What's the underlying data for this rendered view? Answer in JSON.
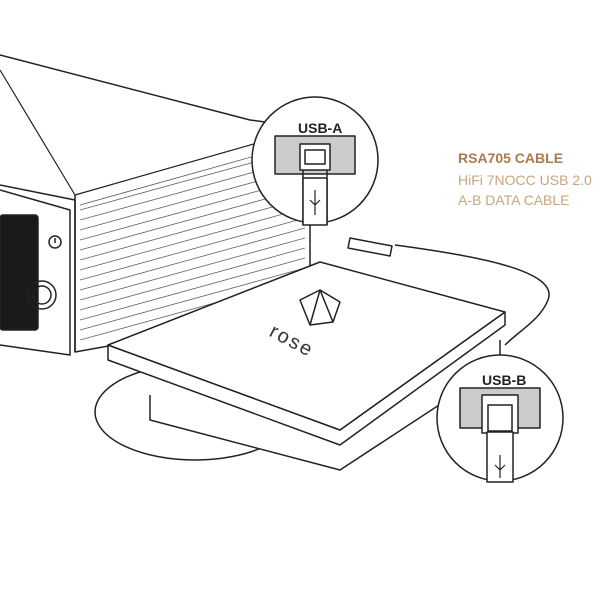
{
  "cable_info": {
    "title": "RSA705 CABLE",
    "line1": "HiFi 7NOCC USB 2.0",
    "line2": "A-B DATA CABLE",
    "title_color": "#a97b4c",
    "text_color": "#c9a57c"
  },
  "callouts": {
    "usb_a_label": "USB-A",
    "usb_b_label": "USB-B"
  },
  "device_logo": "rose",
  "icons": [
    "usb-icon",
    "power-icon"
  ]
}
